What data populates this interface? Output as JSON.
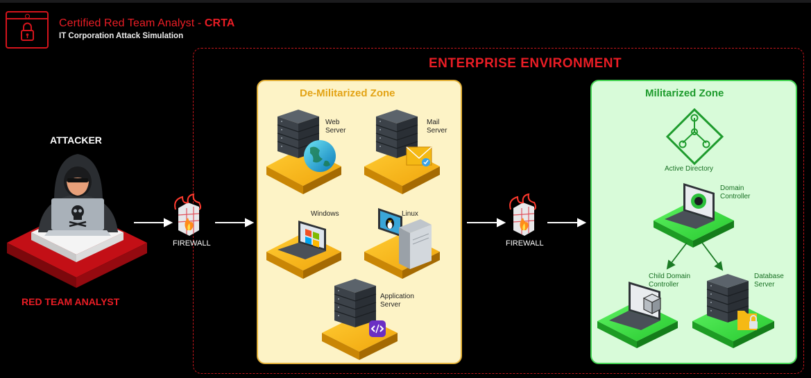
{
  "header": {
    "title_prefix": "Certified Red Team Analyst - ",
    "title_bold": "CRTA",
    "subtitle": "IT Corporation Attack Simulation"
  },
  "environment": {
    "title": "ENTERPRISE ENVIRONMENT"
  },
  "attacker": {
    "label": "ATTACKER",
    "role": "RED TEAM ANALYST"
  },
  "firewalls": [
    {
      "label": "FIREWALL"
    },
    {
      "label": "FIREWALL"
    }
  ],
  "dmz": {
    "title": "De-Militarized Zone",
    "nodes": {
      "web": "Web\nServer",
      "mail": "Mail\nServer",
      "windows": "Windows",
      "linux": "Linux",
      "app": "Application\nServer"
    }
  },
  "mz": {
    "title": "Militarized Zone",
    "nodes": {
      "ad": "Active Directory",
      "dc": "Domain\nController",
      "child": "Child Domain\nController",
      "db": "Database\nServer"
    }
  },
  "colors": {
    "accent_red": "#ea1d25",
    "dmz_bg": "#fdf3c6",
    "dmz_title": "#e3a315",
    "mz_bg": "#d8fbd9",
    "mz_title": "#1e9b2d"
  }
}
